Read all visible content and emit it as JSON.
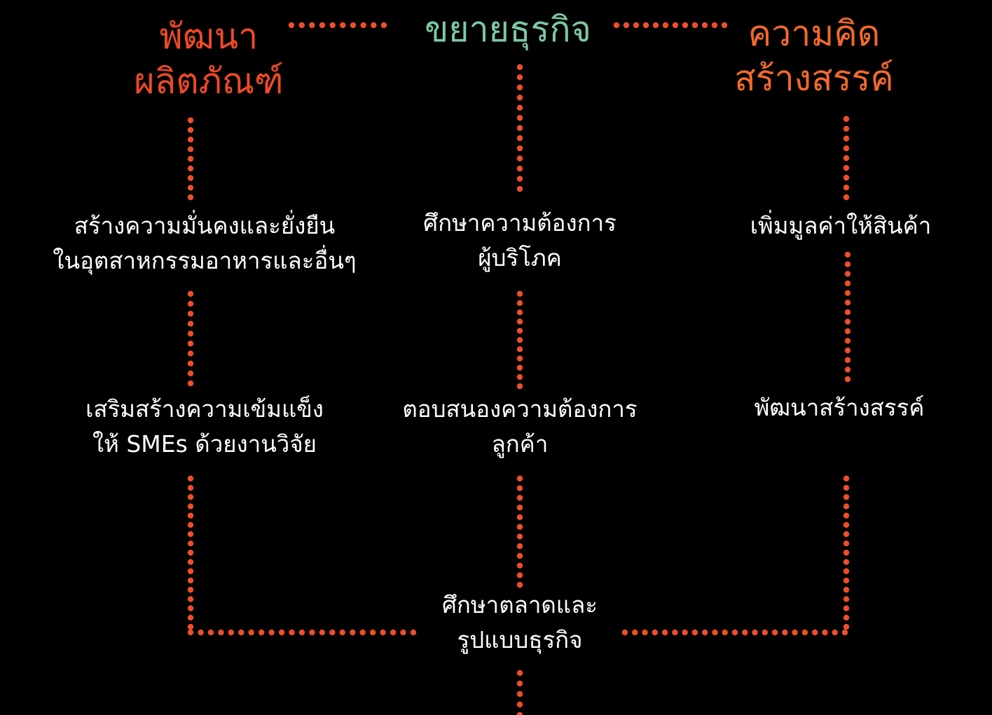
{
  "colors": {
    "background": "#000000",
    "dots": "#ee4e2a",
    "title_red": "#ee4a26",
    "title_teal": "#7cc9a3",
    "title_orange": "#f26a2c",
    "text": "#ffffff"
  },
  "headers": {
    "left": {
      "line1": "พัฒนา",
      "line2": "ผลิตภัณฑ์"
    },
    "center": {
      "line1": "ขยายธุรกิจ"
    },
    "right": {
      "line1": "ความคิด",
      "line2": "สร้างสรรค์"
    }
  },
  "left_column": {
    "step1": {
      "line1": "สร้างความมั่นคงและยั่งยืน",
      "line2": "ในอุตสาหกรรมอาหารและอื่นๆ"
    },
    "step2": {
      "line1": "เสริมสร้างความเข้มแข็ง",
      "line2": "ให้ SMEs ด้วยงานวิจัย"
    }
  },
  "center_column": {
    "step1": {
      "line1": "ศึกษาความต้องการ",
      "line2": "ผู้บริโภค"
    },
    "step2": {
      "line1": "ตอบสนองความต้องการ",
      "line2": "ลูกค้า"
    }
  },
  "right_column": {
    "step1": {
      "line1": "เพิ่มมูลค่าให้สินค้า"
    },
    "step2": {
      "line1": "พัฒนาสร้างสรรค์"
    }
  },
  "merge_node": {
    "line1": "ศึกษาตลาดและ",
    "line2": "รูปแบบธุรกิจ"
  }
}
